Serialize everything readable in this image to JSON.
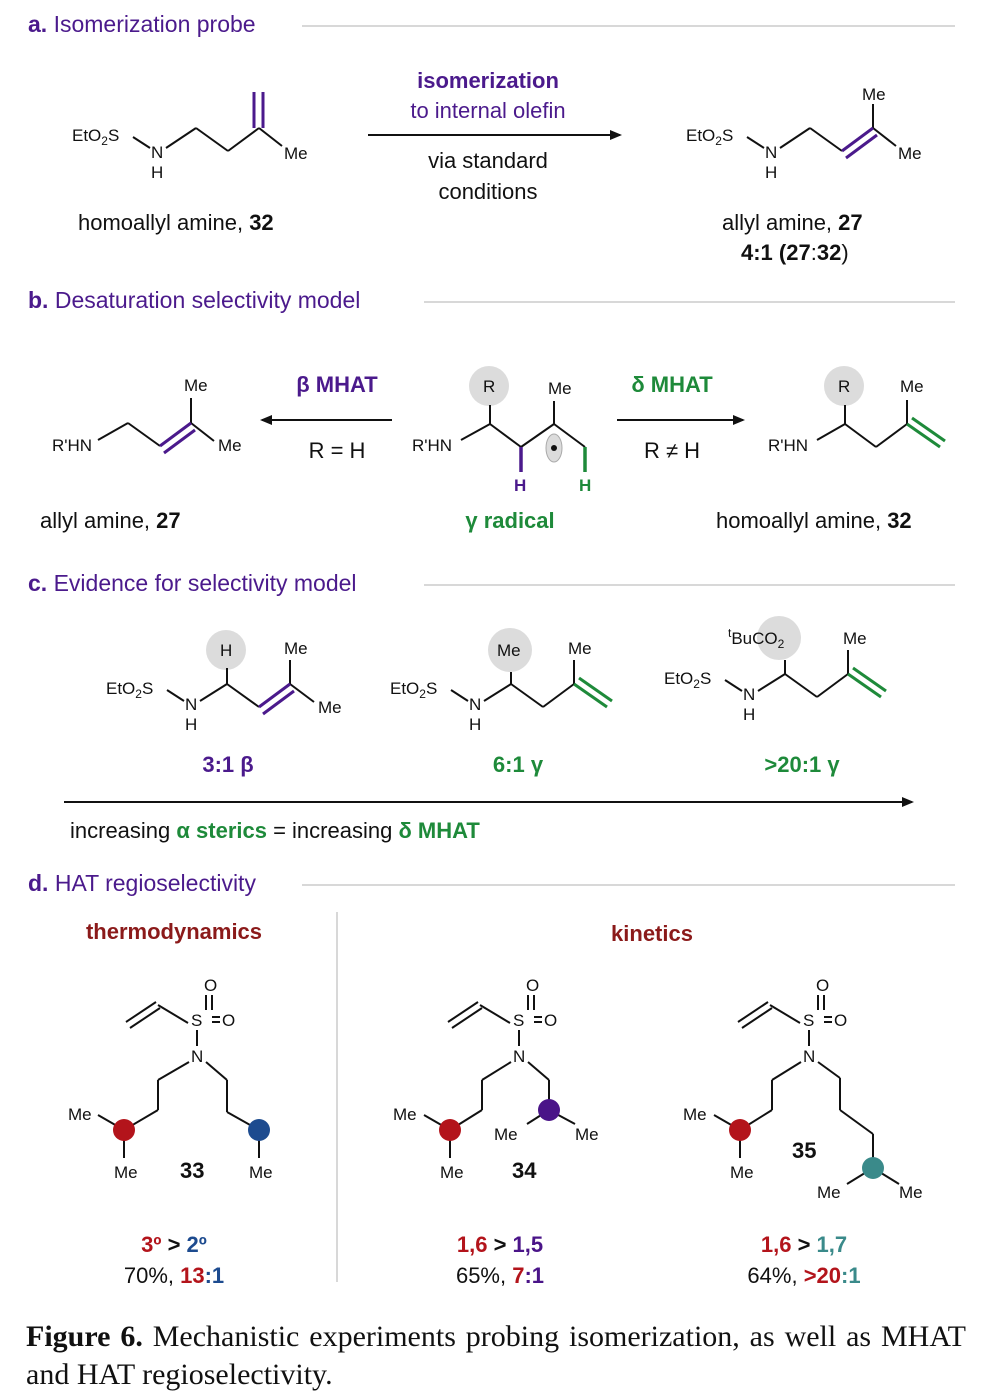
{
  "colors": {
    "purple": "#4b1a8c",
    "green": "#1e8a3a",
    "darkred": "#8b1a1a",
    "red": "#b3141b",
    "blue": "#1d4b8f",
    "violet": "#4a1488",
    "teal": "#3a8a8a",
    "gray": "#dcdcdc",
    "rule": "#cccccc"
  },
  "sections": {
    "a": {
      "letter": "a.",
      "title": "Isomerization probe"
    },
    "b": {
      "letter": "b.",
      "title": "Desaturation selectivity model"
    },
    "c": {
      "letter": "c.",
      "title": "Evidence for selectivity model"
    },
    "d": {
      "letter": "d.",
      "title": "HAT regioselectivity"
    }
  },
  "a": {
    "arrow_top1": "isomerization",
    "arrow_top2": "to internal olefin",
    "arrow_bot1": "via standard",
    "arrow_bot2": "conditions",
    "left_name": "homoallyl amine, ",
    "left_num": "32",
    "right_name": "allyl amine, ",
    "right_num": "27",
    "ratio_a": "4:1 (",
    "ratio_b": "27",
    "ratio_c": ":",
    "ratio_d": "32",
    "ratio_e": ")",
    "lbl_eto2s": "EtO",
    "lbl_sub2": "2",
    "lbl_s": "S",
    "lbl_n": "N",
    "lbl_h": "H",
    "lbl_me": "Me"
  },
  "b": {
    "beta_label": "β MHAT",
    "beta_cond": "R = H",
    "delta_label": "δ MHAT",
    "delta_cond": "R ≠ H",
    "radical_label": "γ radical",
    "left_name": "allyl amine, ",
    "left_num": "27",
    "right_name": "homoallyl amine, ",
    "right_num": "32",
    "lbl_rhn": "R'HN",
    "lbl_r": "R",
    "lbl_h": "H",
    "lbl_me": "Me"
  },
  "c": {
    "sub1": "H",
    "sub2": "Me",
    "sub3a": "t",
    "sub3b": "BuCO",
    "sub3c": "2",
    "res1": "3:1 β",
    "res2": "6:1 γ",
    "res3": ">20:1 γ",
    "trend_a": "increasing ",
    "trend_b": "α sterics",
    "trend_c": " = increasing ",
    "trend_d": "δ MHAT",
    "lbl_me": "Me"
  },
  "d": {
    "col1_head": "thermodynamics",
    "col2_head": "kinetics",
    "cmp": [
      {
        "num": "33",
        "l1a": "3º",
        "l1b": " > ",
        "l1c": "2º",
        "l2a": "70%, ",
        "l2b": "13",
        "l2c": ":1"
      },
      {
        "num": "34",
        "l1a": "1,6",
        "l1b": " > ",
        "l1c": "1,5",
        "l2a": "65%, ",
        "l2b": "7",
        "l2c": ":1"
      },
      {
        "num": "35",
        "l1a": "1,6",
        "l1b": " > ",
        "l1c": "1,7",
        "l2a": "64%, ",
        "l2b": ">20",
        "l2c": ":1"
      }
    ],
    "lbl_o": "O",
    "lbl_s": "S",
    "lbl_n": "N",
    "lbl_me": "Me"
  },
  "caption": {
    "bold": "Figure 6.",
    "text": " Mechanistic experiments probing isomerization, as well as MHAT and HAT regioselectivity."
  }
}
